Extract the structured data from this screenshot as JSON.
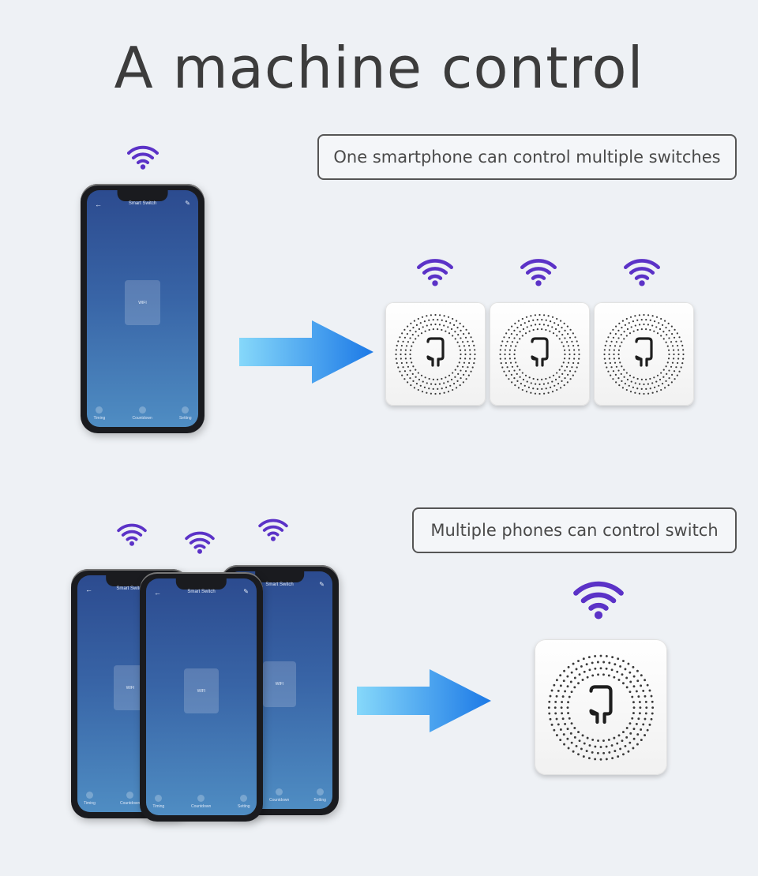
{
  "title": "A machine control",
  "section1": {
    "caption": "One smartphone can control multiple switches"
  },
  "section2": {
    "caption": "Multiple phones can control switch"
  },
  "phone_app": {
    "header": "Smart Switch",
    "panel_label": "WIFI",
    "tabs": [
      "Timing",
      "Countdown",
      "Setting"
    ]
  },
  "colors": {
    "background": "#eef1f5",
    "wifi": "#5b32c7",
    "arrow_start": "#7fd3f7",
    "arrow_end": "#1f7ee8"
  },
  "icons": [
    "wifi-icon",
    "arrow-right-icon",
    "smartphone",
    "smart-switch-module"
  ]
}
